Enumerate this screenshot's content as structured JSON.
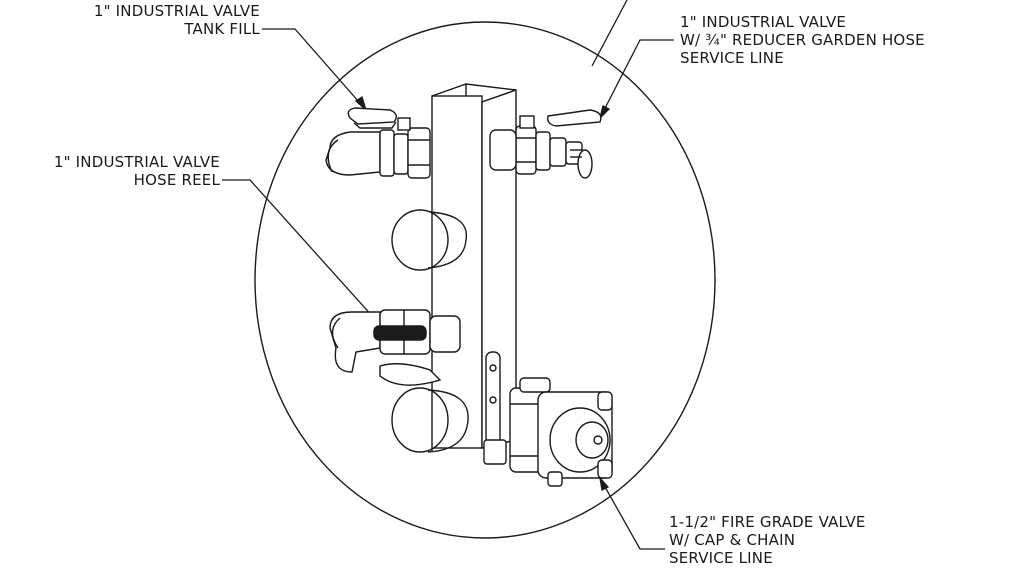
{
  "callouts": {
    "tank_fill": {
      "line1": "1\" INDUSTRIAL VALVE",
      "line2": "TANK FILL"
    },
    "garden_hose": {
      "line1": "1\" INDUSTRIAL VALVE",
      "line2": "W/ ¾\" REDUCER GARDEN HOSE",
      "line3": "SERVICE LINE"
    },
    "hose_reel": {
      "line1": "1\" INDUSTRIAL VALVE",
      "line2": "HOSE REEL"
    },
    "fire_grade": {
      "line1": "1-1/2\" FIRE GRADE VALVE",
      "line2": "W/ CAP & CHAIN",
      "line3": "SERVICE LINE"
    }
  },
  "colors": {
    "ink": "#1a1a1a",
    "background": "#ffffff"
  }
}
